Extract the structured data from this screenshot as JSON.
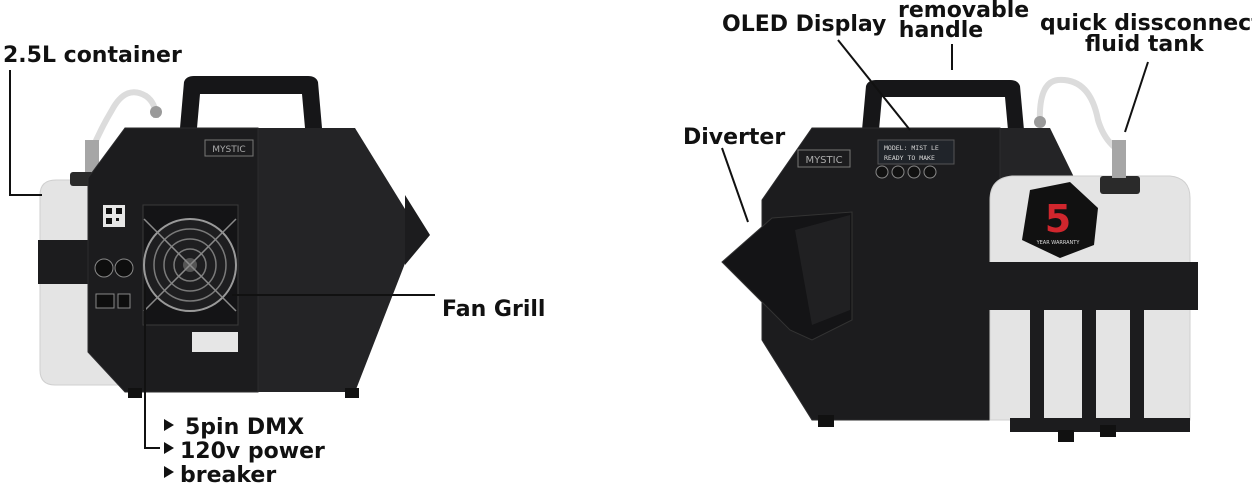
{
  "colors": {
    "machine_body": "#1c1c1e",
    "machine_edge": "#2c2c2e",
    "tank": "#e4e4e4",
    "text": "#111111",
    "badge_red": "#d0262d",
    "oled_screen": "#20242a"
  },
  "left_product": {
    "brand_plate": "MYSTIC",
    "labels": {
      "container": "2.5L container",
      "fan_grill": "Fan Grill",
      "dmx": "5pin DMX",
      "power": "120v power",
      "breaker": "breaker"
    }
  },
  "right_product": {
    "brand_plate": "MYSTIC",
    "oled_lines": [
      "MODEL: MIST LE",
      "READY TO MAKE"
    ],
    "badge_number": "5",
    "badge_caption": "YEAR WARRANTY",
    "labels": {
      "oled": "OLED Display",
      "handle_line1": "removable",
      "handle_line2": "handle",
      "quick_line1": "quick dissconnect",
      "quick_line2": "fluid tank",
      "diverter": "Diverter"
    }
  }
}
